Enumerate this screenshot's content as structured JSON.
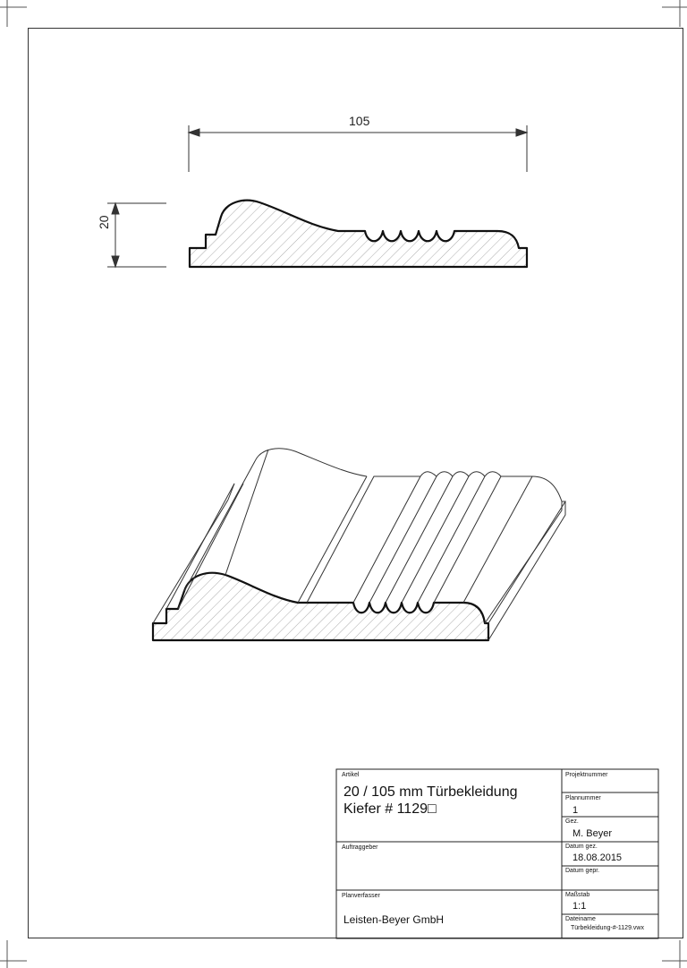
{
  "dimensions": {
    "width": "105",
    "height": "20"
  },
  "title_block": {
    "artikel_label": "Artikel",
    "artikel_line1": "20 / 105 mm Türbekleidung",
    "artikel_line2": "Kiefer # 1129□",
    "auftraggeber_label": "Auftraggeber",
    "planverfasser_label": "Planverfasser",
    "planverfasser_value": "Leisten-Beyer GmbH",
    "projektnummer_label": "Projektnummer",
    "plannummer_label": "Plannummer",
    "plannummer_value": "1",
    "gez_label": "Gez.",
    "gez_value": "M. Beyer",
    "datum_gez_label": "Datum gez.",
    "datum_gez_value": "18.08.2015",
    "datum_gepr_label": "Datum gepr.",
    "massstab_label": "Maßstab",
    "massstab_value": "1:1",
    "dateiname_label": "Dateiname",
    "dateiname_value": "Türbekleidung-#-1129.vwx"
  }
}
